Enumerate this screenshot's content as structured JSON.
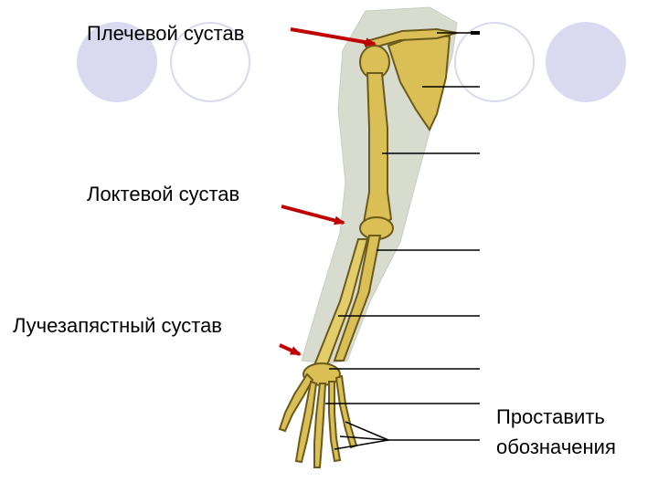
{
  "labels": {
    "shoulder": "Плечевой сустав",
    "elbow": "Локтевой сустав",
    "wrist": "Лучезапястный сустав",
    "task_line1": "Проставить",
    "task_line2": "обозначения"
  },
  "colors": {
    "arrow": "#c00000",
    "bone": "#d9bf55",
    "bone_edge": "#6b5a1c",
    "skin": "#d8dccf",
    "circle": "#d9d9f0",
    "leader": "#000000"
  },
  "icons": {
    "pointer": "red-arrow-icon"
  }
}
